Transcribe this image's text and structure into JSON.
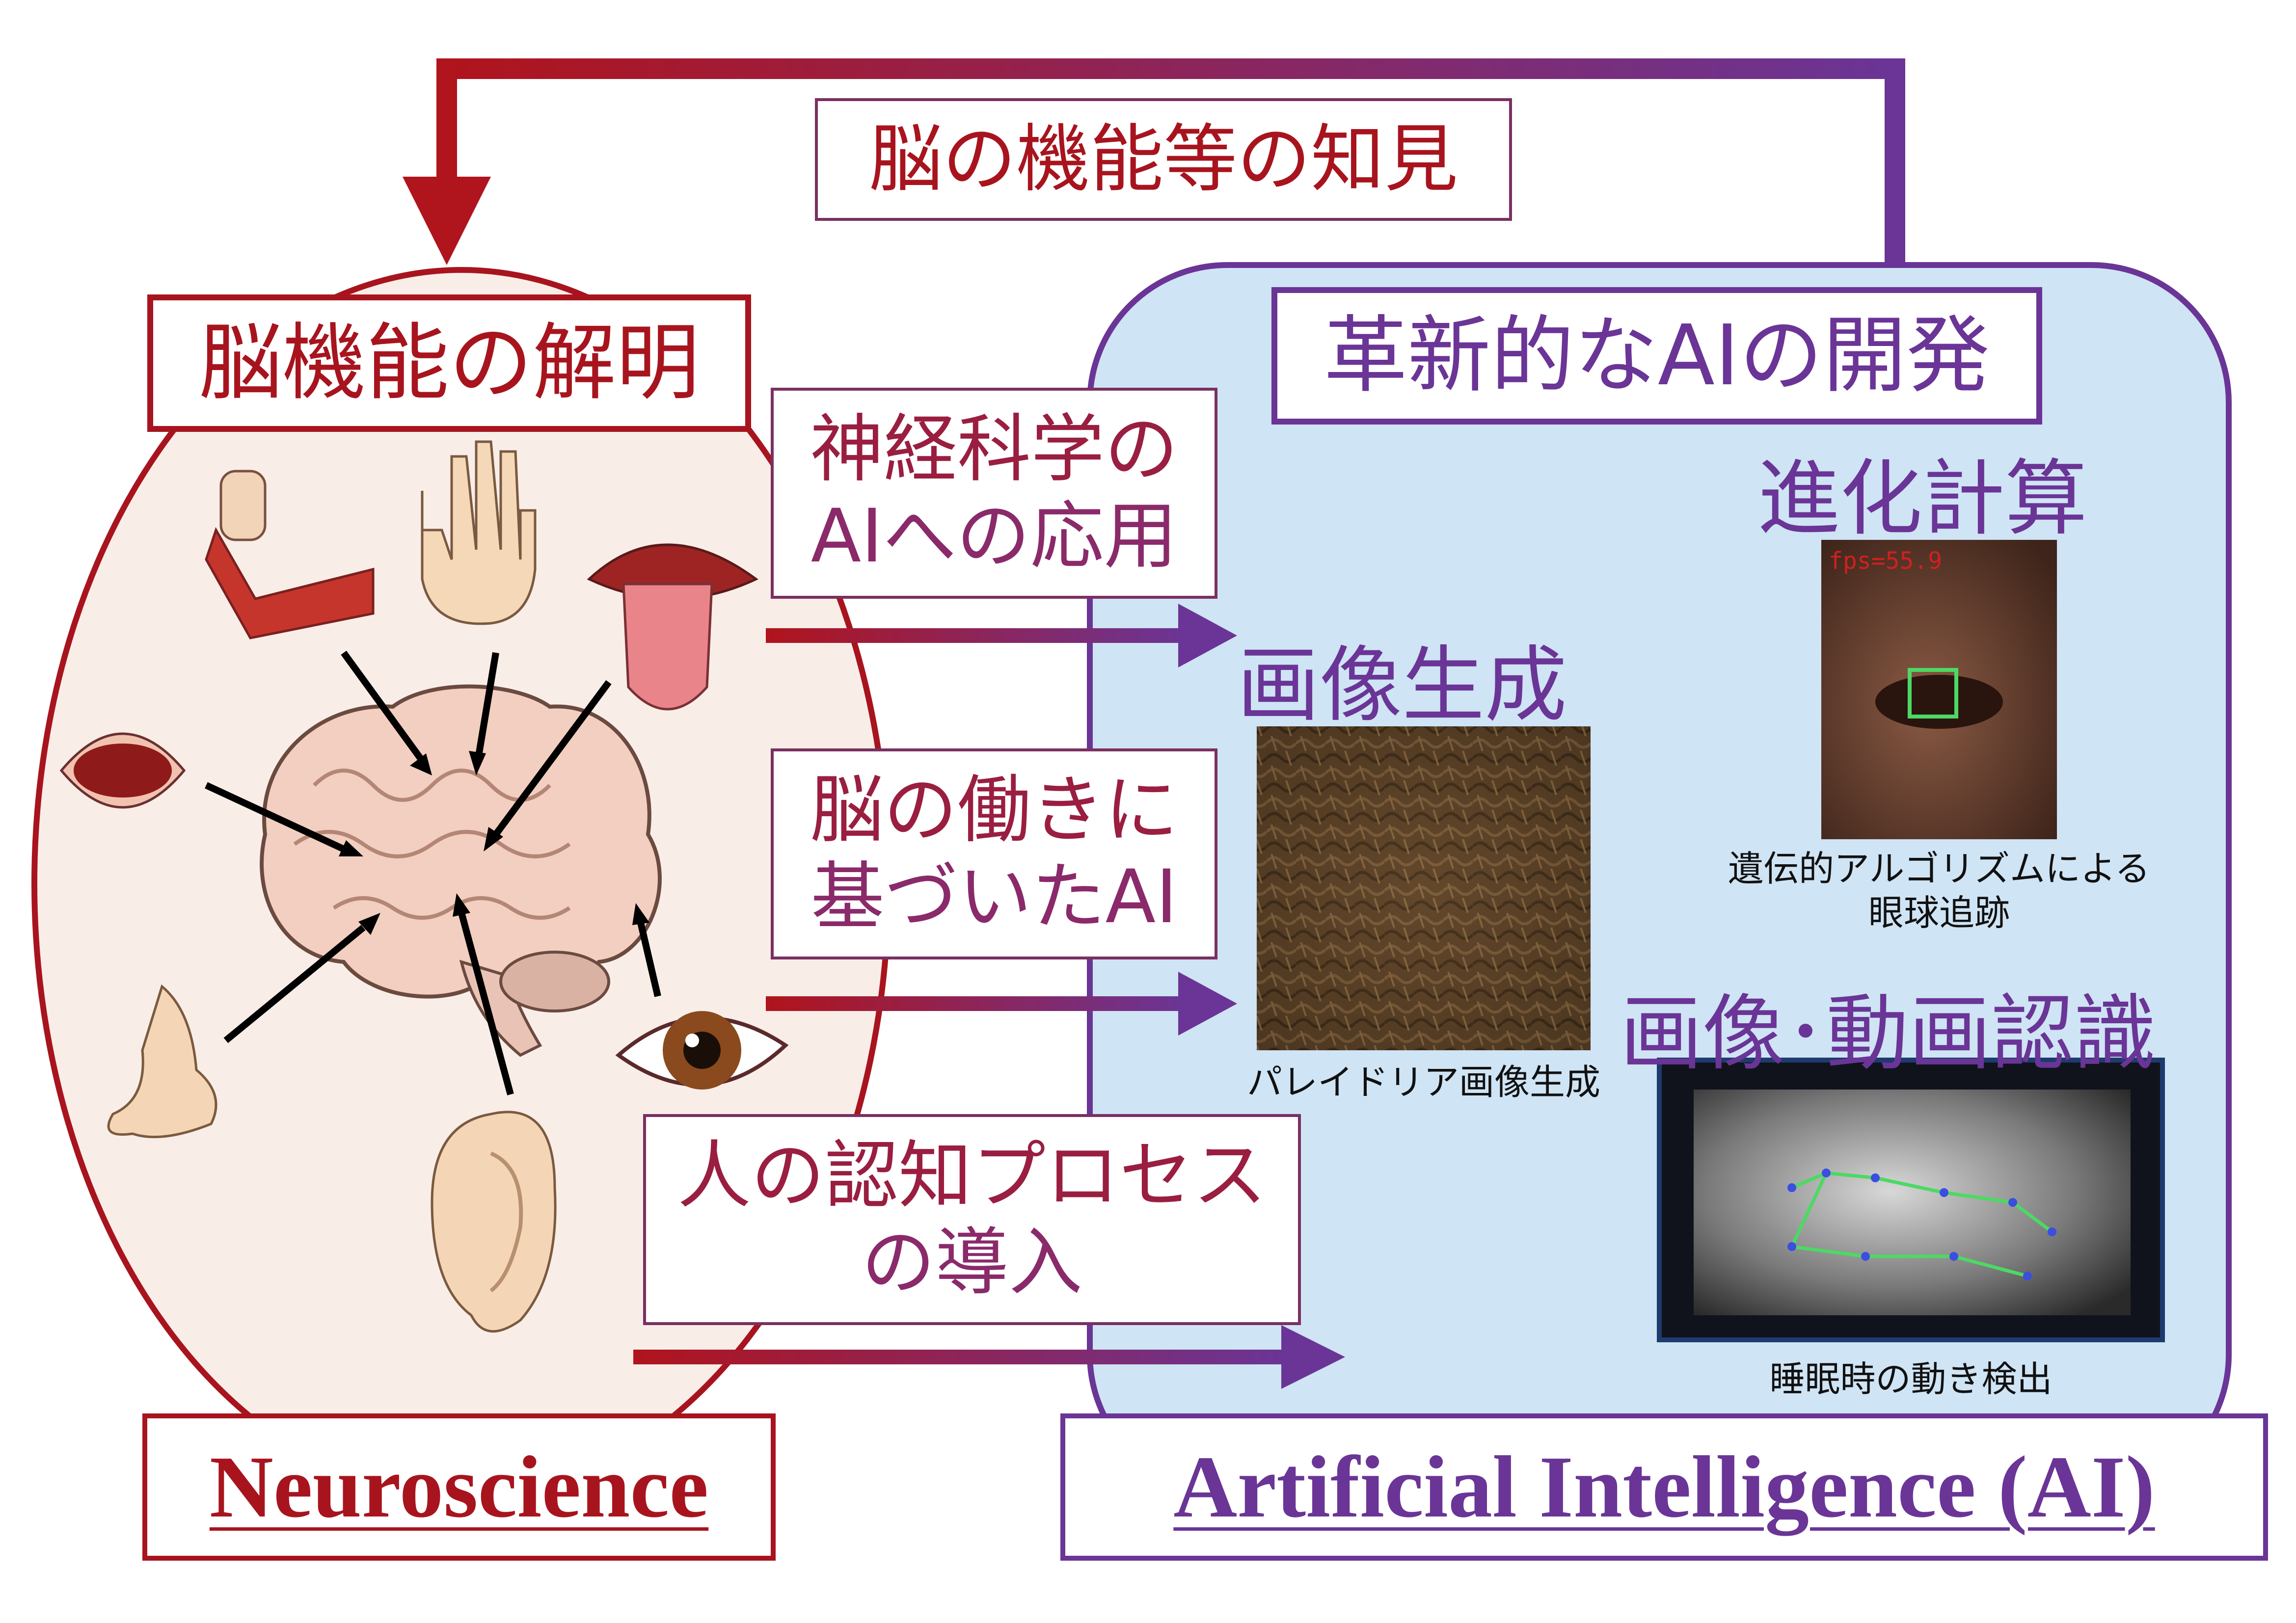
{
  "top_feedback_label": "脳の機能等の知見",
  "neuroscience": {
    "title": "脳機能の解明",
    "footer": "Neuroscience"
  },
  "ai": {
    "title": "革新的なAIの開発",
    "footer": "Artificial Intelligence (AI)",
    "sections": {
      "evolutionary": {
        "heading": "進化計算",
        "overlay": "fps=55.9",
        "caption_line1": "遺伝的アルゴリズムによる",
        "caption_line2": "眼球追跡"
      },
      "generation": {
        "heading": "画像生成",
        "caption": "パレイドリア画像生成"
      },
      "recognition": {
        "heading": "画像･動画認識",
        "caption": "睡眠時の動き検出"
      }
    }
  },
  "bridges": [
    {
      "line1": "神経科学の",
      "line2": "AIへの応用"
    },
    {
      "line1": "脳の働きに",
      "line2": "基づいたAI"
    },
    {
      "line1": "人の認知プロセス",
      "line2": "の導入"
    }
  ],
  "colors": {
    "neuro": "#a8141e",
    "ai": "#6a3596",
    "neuro_bg": "#f9ede8",
    "ai_bg": "#cfe4f4",
    "brain": "#f2cfc0"
  }
}
